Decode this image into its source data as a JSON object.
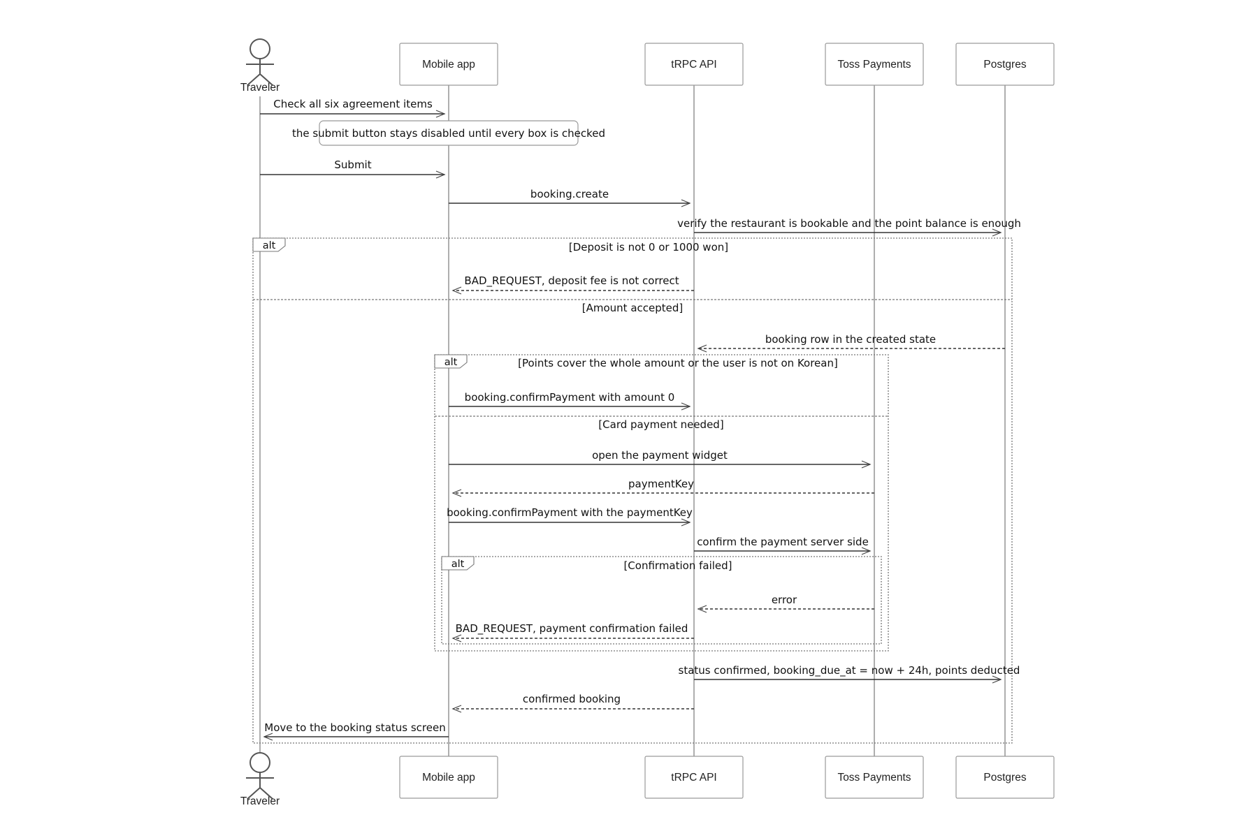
{
  "participants": [
    {
      "id": "traveler",
      "label": "Traveler",
      "kind": "actor"
    },
    {
      "id": "mobile",
      "label": "Mobile app",
      "kind": "box"
    },
    {
      "id": "trpc",
      "label": "tRPC API",
      "kind": "box"
    },
    {
      "id": "toss",
      "label": "Toss Payments",
      "kind": "box"
    },
    {
      "id": "postgres",
      "label": "Postgres",
      "kind": "box"
    }
  ],
  "note": {
    "text": "the submit button stays disabled until every box is checked",
    "over": [
      "traveler",
      "mobile"
    ]
  },
  "messages": [
    {
      "from": "traveler",
      "to": "mobile",
      "text": "Check all six agreement items",
      "style": "solid"
    },
    {
      "from": "traveler",
      "to": "mobile",
      "text": "Submit",
      "style": "solid"
    },
    {
      "from": "mobile",
      "to": "trpc",
      "text": "booking.create",
      "style": "solid"
    },
    {
      "from": "trpc",
      "to": "postgres",
      "text": "verify the restaurant is bookable and the point balance is enough",
      "style": "solid"
    },
    {
      "from": "trpc",
      "to": "mobile",
      "text": "BAD_REQUEST, deposit fee is not correct",
      "style": "dashed"
    },
    {
      "from": "postgres",
      "to": "trpc",
      "text": "booking row in the created state",
      "style": "dashed"
    },
    {
      "from": "mobile",
      "to": "trpc",
      "text": "booking.confirmPayment with amount 0",
      "style": "solid"
    },
    {
      "from": "mobile",
      "to": "toss",
      "text": "open the payment widget",
      "style": "solid"
    },
    {
      "from": "toss",
      "to": "mobile",
      "text": "paymentKey",
      "style": "dashed"
    },
    {
      "from": "mobile",
      "to": "trpc",
      "text": "booking.confirmPayment with the paymentKey",
      "style": "solid"
    },
    {
      "from": "trpc",
      "to": "toss",
      "text": "confirm the payment server side",
      "style": "solid"
    },
    {
      "from": "toss",
      "to": "trpc",
      "text": "error",
      "style": "dashed"
    },
    {
      "from": "trpc",
      "to": "mobile",
      "text": "BAD_REQUEST, payment confirmation failed",
      "style": "dashed"
    },
    {
      "from": "trpc",
      "to": "postgres",
      "text": "status confirmed, booking_due_at = now + 24h, points deducted",
      "style": "solid"
    },
    {
      "from": "trpc",
      "to": "mobile",
      "text": "confirmed booking",
      "style": "dashed"
    },
    {
      "from": "mobile",
      "to": "traveler",
      "text": "Move to the booking status screen",
      "style": "solid"
    }
  ],
  "fragments": [
    {
      "kind": "alt",
      "label": "alt",
      "conditions": [
        "[Deposit is not 0 or 1000 won]",
        "[Amount accepted]"
      ]
    },
    {
      "kind": "alt",
      "label": "alt",
      "conditions": [
        "[Points cover the whole amount or the user is not on Korean]",
        "[Card payment needed]"
      ]
    },
    {
      "kind": "alt",
      "label": "alt",
      "conditions": [
        "[Confirmation failed]"
      ]
    }
  ],
  "colors": {
    "line": "#333333",
    "lifeline": "#999999",
    "frame": "#777777"
  }
}
